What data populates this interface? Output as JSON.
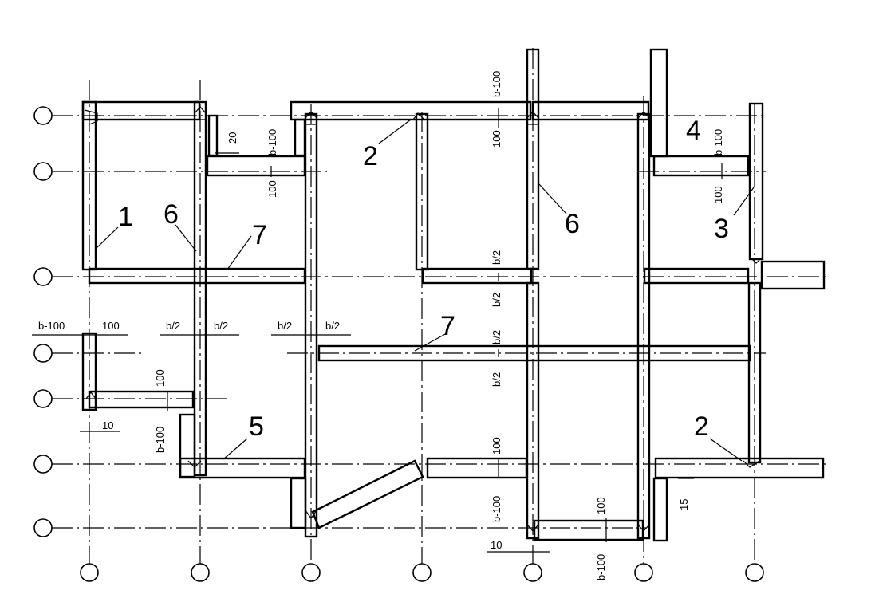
{
  "callouts": [
    "1",
    "2",
    "2",
    "3",
    "4",
    "5",
    "6",
    "6",
    "7",
    "7"
  ],
  "dimensions": {
    "b_minus_100": "b-100",
    "hundred": "100",
    "twenty": "20",
    "half_b": "b/2",
    "ten": "10",
    "fifteen": "15"
  },
  "colors": {
    "ink": "#000000",
    "paper": "#ffffff"
  }
}
